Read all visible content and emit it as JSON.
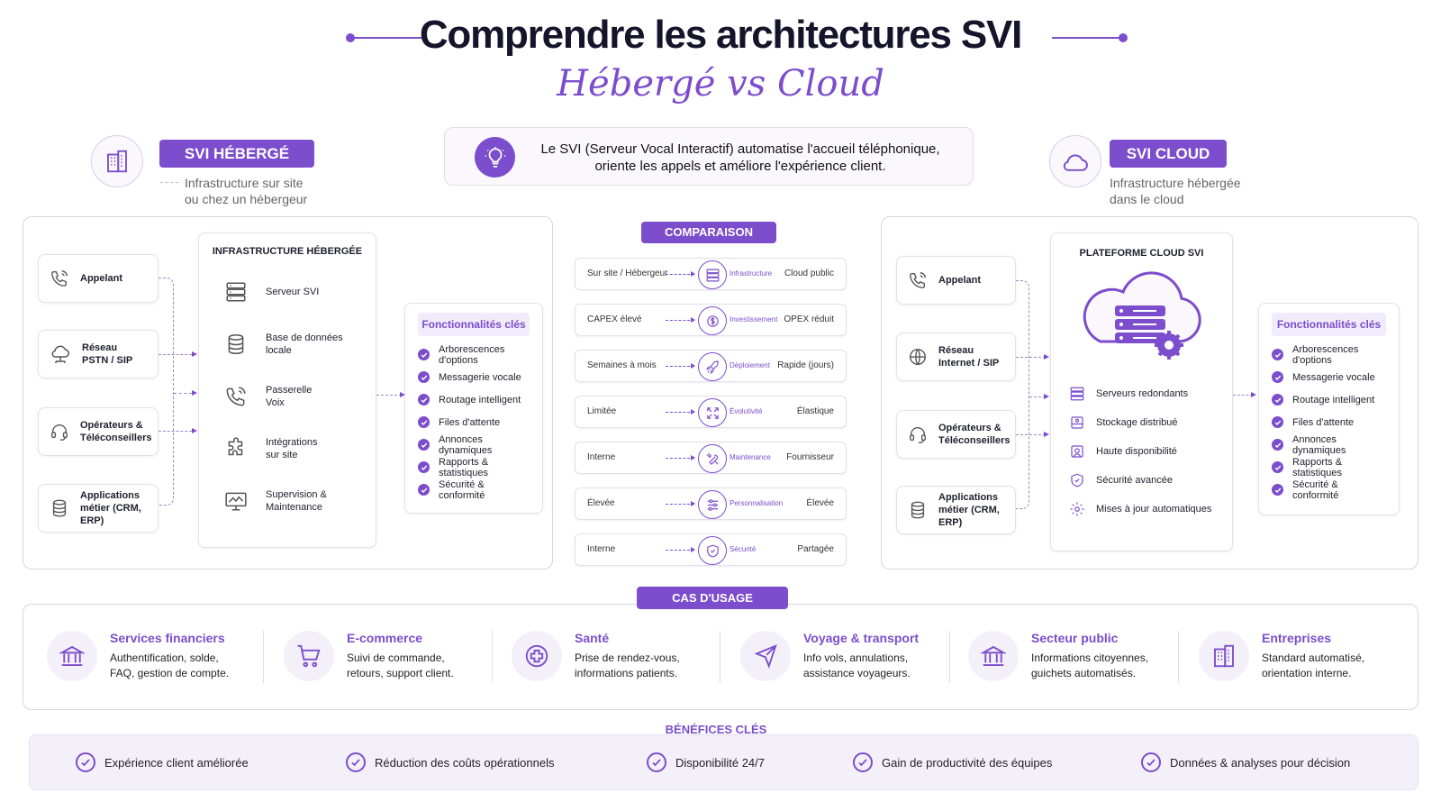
{
  "header": {
    "title": "Comprendre les architectures SVI",
    "subtitle": "Hébergé vs Cloud"
  },
  "intro": "Le SVI (Serveur Vocal Interactif) automatise l'accueil téléphonique, oriente les appels et améliore l'expérience client.",
  "hosted": {
    "badge": "SVI HÉBERGÉ",
    "desc": [
      "Infrastructure sur site",
      "ou chez un hébergeur"
    ],
    "sources": [
      {
        "label": [
          "Appelant"
        ],
        "icon": "phone-icon"
      },
      {
        "label": [
          "Réseau",
          "PSTN / SIP"
        ],
        "icon": "network-cloud-icon"
      },
      {
        "label": [
          "Opérateurs &",
          "Téléconseillers"
        ],
        "icon": "headset-icon"
      },
      {
        "label": [
          "Applications",
          "métier (CRM, ERP)"
        ],
        "icon": "database-icon"
      }
    ],
    "infra_title": "INFRASTRUCTURE HÉBERGÉE",
    "infra": [
      {
        "label": [
          "Serveur SVI"
        ],
        "icon": "server-icon"
      },
      {
        "label": [
          "Base de données",
          "locale"
        ],
        "icon": "database-icon"
      },
      {
        "label": [
          "Passerelle",
          "Voix"
        ],
        "icon": "phone-icon"
      },
      {
        "label": [
          "Intégrations",
          "sur site"
        ],
        "icon": "puzzle-icon"
      },
      {
        "label": [
          "Supervision &",
          "Maintenance"
        ],
        "icon": "monitor-icon"
      }
    ],
    "features_title": "Fonctionnalités clés",
    "features": [
      "Arborescences d'options",
      "Messagerie vocale",
      "Routage intelligent",
      "Files d'attente",
      "Annonces dynamiques",
      "Rapports & statistiques",
      "Sécurité & conformité"
    ]
  },
  "cloud": {
    "badge": "SVI CLOUD",
    "desc": [
      "Infrastructure hébergée",
      "dans le cloud"
    ],
    "sources": [
      {
        "label": [
          "Appelant"
        ],
        "icon": "phone-icon"
      },
      {
        "label": [
          "Réseau",
          "Internet / SIP"
        ],
        "icon": "globe-icon"
      },
      {
        "label": [
          "Opérateurs &",
          "Téléconseillers"
        ],
        "icon": "headset-icon"
      },
      {
        "label": [
          "Applications",
          "métier (CRM, ERP)"
        ],
        "icon": "database-icon"
      }
    ],
    "platform_title": "PLATEFORME CLOUD SVI",
    "platform": [
      {
        "label": "Serveurs redondants",
        "icon": "server-icon"
      },
      {
        "label": "Stockage distribué",
        "icon": "storage-icon"
      },
      {
        "label": "Haute disponibilité",
        "icon": "availability-icon"
      },
      {
        "label": "Sécurité avancée",
        "icon": "shield-icon"
      },
      {
        "label": "Mises à jour automatiques",
        "icon": "gear-icon"
      }
    ],
    "features_title": "Fonctionnalités clés",
    "features": [
      "Arborescences d'options",
      "Messagerie vocale",
      "Routage intelligent",
      "Files d'attente",
      "Annonces dynamiques",
      "Rapports & statistiques",
      "Sécurité & conformité"
    ]
  },
  "comparison": {
    "title": "COMPARAISON",
    "rows": [
      {
        "left": "Sur site / Hébergeur",
        "criterion": "Infrastructure",
        "right": "Cloud public",
        "icon": "server-icon"
      },
      {
        "left": "CAPEX élevé",
        "criterion": "Investissement",
        "right": "OPEX réduit",
        "icon": "money-icon"
      },
      {
        "left": "Semaines à mois",
        "criterion": "Déploiement",
        "right": "Rapide (jours)",
        "icon": "rocket-icon"
      },
      {
        "left": "Limitée",
        "criterion": "Évolutivité",
        "right": "Élastique",
        "icon": "expand-icon"
      },
      {
        "left": "Interne",
        "criterion": "Maintenance",
        "right": "Fournisseur",
        "icon": "tools-icon"
      },
      {
        "left": "Élevée",
        "criterion": "Personnalisation",
        "right": "Élevée",
        "icon": "sliders-icon"
      },
      {
        "left": "Interne",
        "criterion": "Sécurité",
        "right": "Partagée",
        "icon": "shield-icon"
      }
    ]
  },
  "use_cases": {
    "title": "CAS D'USAGE",
    "items": [
      {
        "title": "Services financiers",
        "desc": [
          "Authentification, solde,",
          "FAQ, gestion de compte."
        ],
        "icon": "bank-icon"
      },
      {
        "title": "E-commerce",
        "desc": [
          "Suivi de commande,",
          "retours, support client."
        ],
        "icon": "cart-icon"
      },
      {
        "title": "Santé",
        "desc": [
          "Prise de rendez-vous,",
          "informations patients."
        ],
        "icon": "medical-cross-icon"
      },
      {
        "title": "Voyage & transport",
        "desc": [
          "Info vols, annulations,",
          "assistance voyageurs."
        ],
        "icon": "plane-icon"
      },
      {
        "title": "Secteur public",
        "desc": [
          "Informations citoyennes,",
          "guichets automatisés."
        ],
        "icon": "government-icon"
      },
      {
        "title": "Entreprises",
        "desc": [
          "Standard automatisé,",
          "orientation interne."
        ],
        "icon": "building-icon"
      }
    ]
  },
  "benefits": {
    "title": "BÉNÉFICES CLÉS",
    "items": [
      "Expérience client améliorée",
      "Réduction des coûts opérationnels",
      "Disponibilité 24/7",
      "Gain de productivité des équipes",
      "Données & analyses pour décision"
    ]
  },
  "colors": {
    "accent": "#7c4dcc",
    "accent_light": "#f1ebfb",
    "border": "#d8d4e2"
  }
}
